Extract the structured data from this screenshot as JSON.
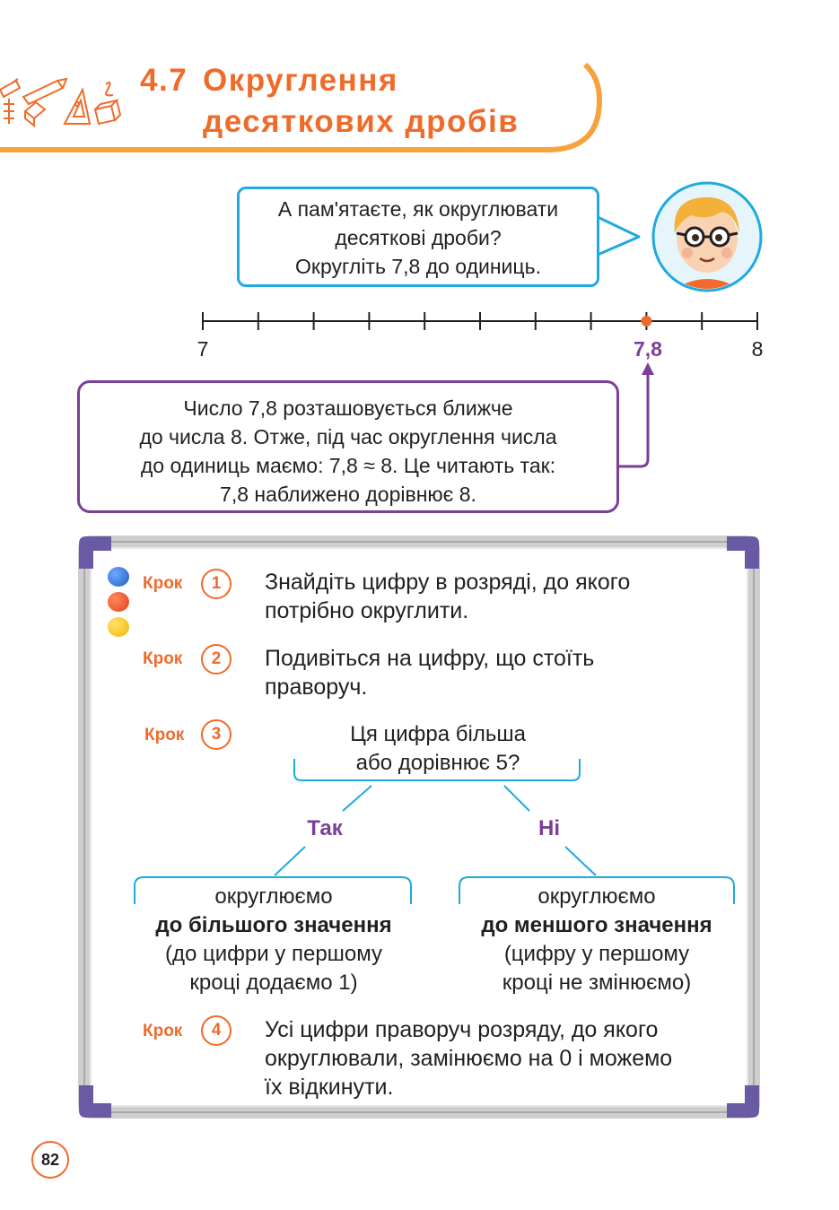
{
  "header": {
    "section_number": "4.7",
    "title_line1": "Округлення",
    "title_line2": "десяткових дробів"
  },
  "speech_bubble": {
    "lines": [
      "А пам'ятаєте, як округлювати",
      "десяткові дроби?",
      "Округліть 7,8 до одиниць."
    ]
  },
  "number_line": {
    "start_label": "7",
    "marked_label": "7,8",
    "end_label": "8",
    "start": 7,
    "end": 8,
    "marked_value": 7.8,
    "divisions": 10
  },
  "explanation": {
    "lines": [
      "Число 7,8 розташовується ближче",
      "до числа 8. Отже, під час округлення числа",
      "до одиниць маємо: 7,8 ≈ 8. Це читають так:",
      "7,8 наближено дорівнює 8."
    ]
  },
  "steps": [
    {
      "label": "Крок",
      "number": "1",
      "lines": [
        "Знайдіть цифру в розряді, до якого",
        "потрібно округлити."
      ]
    },
    {
      "label": "Крок",
      "number": "2",
      "lines": [
        "Подивіться на цифру, що стоїть",
        "праворуч."
      ]
    },
    {
      "label": "Крок",
      "number": "3",
      "lines": [
        "Ця цифра більша",
        "або дорівнює 5?"
      ]
    },
    {
      "label": "Крок",
      "number": "4",
      "lines": [
        "Усі цифри праворуч розряду, до якого",
        "округлювали, замінюємо на 0 і можемо",
        "їх відкинути."
      ]
    }
  ],
  "branches": {
    "yes_label": "Так",
    "no_label": "Ні",
    "yes": {
      "line1": "округлюємо",
      "line2": "до більшого значення",
      "line3": "(до цифри у першому",
      "line4": "кроці додаємо 1)"
    },
    "no": {
      "line1": "округлюємо",
      "line2": "до меншого значення",
      "line3": "(цифру у першому",
      "line4": "кроці не змінюємо)"
    }
  },
  "page_number": "82",
  "colors": {
    "orange": "#ef6b2a",
    "blue": "#1eaadf",
    "purple": "#7b3f98",
    "board_frame": "#c8c8c8",
    "board_corner": "#6a5aa6"
  }
}
